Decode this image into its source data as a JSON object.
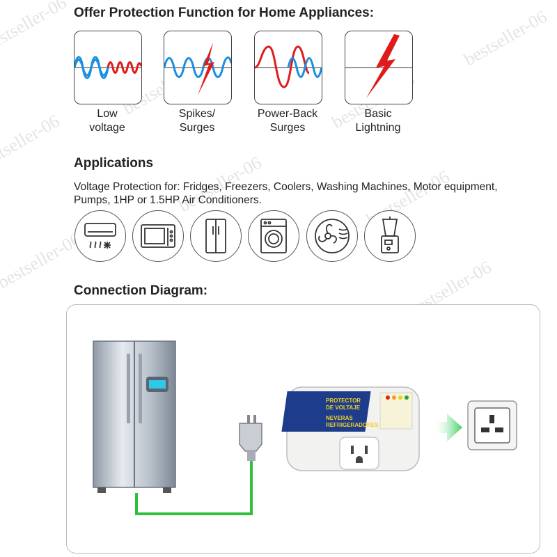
{
  "section_protection": {
    "title": "Offer Protection Function for Home Appliances:",
    "items": [
      {
        "line1": "Low",
        "line2": "voltage",
        "icon": "low-voltage-wave-icon"
      },
      {
        "line1": "Spikes/",
        "line2": "Surges",
        "icon": "spike-surge-wave-icon"
      },
      {
        "line1": "Power-Back",
        "line2": "Surges",
        "icon": "power-back-wave-icon"
      },
      {
        "line1": "Basic",
        "line2": "Lightning",
        "icon": "lightning-bolt-icon"
      }
    ]
  },
  "section_applications": {
    "title": "Applications",
    "description": "Voltage Protection for: Fridges, Freezers, Coolers, Washing Machines, Motor equipment, Pumps, 1HP or 1.5HP Air Conditioners.",
    "icons": [
      "air-conditioner-icon",
      "microwave-icon",
      "fridge-icon",
      "washing-machine-icon",
      "fan-motor-icon",
      "blender-icon"
    ]
  },
  "section_connection": {
    "title": "Connection Diagram:",
    "protector_label_line1": "PROTECTOR",
    "protector_label_line2": "DE VOLTAJE",
    "protector_label_line3": "NEVERAS",
    "protector_label_line4": "REFRIGERADORES",
    "led_colors": [
      "#e02020",
      "#f0a020",
      "#f0d020",
      "#30a030"
    ]
  },
  "watermark": "bestseller-06",
  "colors": {
    "wave_blue": "#1a8fe0",
    "wave_red": "#e01b1b",
    "cable_green": "#2fbf3a",
    "arrow_green": "#3fcf5f"
  }
}
